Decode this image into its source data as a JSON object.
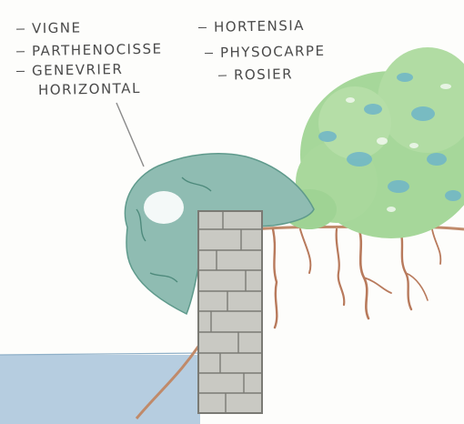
{
  "labels": {
    "left": [
      "VIGNE",
      "PARTHENOCISSE",
      "GENEVRIER",
      "HORIZONTAL"
    ],
    "right": [
      "HORTENSIA",
      "PHYSOCARPE",
      "ROSIER"
    ]
  },
  "colors": {
    "background": "#fdfdfb",
    "water": "#b6cde0",
    "soil_line": "#c08a6a",
    "roots": "#b87a5c",
    "wall_stone": "#c9c9c3",
    "wall_mortar": "#7a7a74",
    "juniper": "#8fbcb2",
    "hydrangea_leaf": "#a6d79a",
    "hydrangea_flower": "#6fb6c8",
    "pencil": "#4a4a4a"
  }
}
